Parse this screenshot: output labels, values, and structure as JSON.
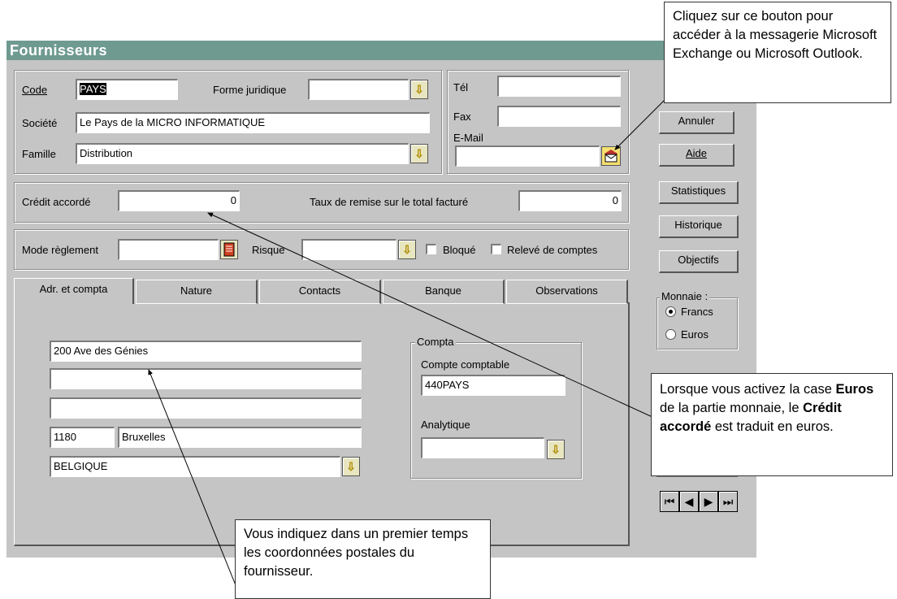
{
  "window": {
    "title": "Fournisseurs"
  },
  "ident": {
    "code_label": "Code",
    "code_value": "PAYS",
    "forme_label": "Forme juridique",
    "forme_value": "",
    "societe_label": "Société",
    "societe_value": "Le Pays de la MICRO INFORMATIQUE",
    "famille_label": "Famille",
    "famille_value": "Distribution"
  },
  "contact": {
    "tel_label": "Tél",
    "tel_value": "",
    "fax_label": "Fax",
    "fax_value": "",
    "email_label": "E-Mail",
    "email_value": ""
  },
  "credit": {
    "credit_label": "Crédit accordé",
    "credit_value": "0",
    "taux_label": "Taux de remise sur le total facturé",
    "taux_value": "0"
  },
  "reglement": {
    "mode_label": "Mode règlement",
    "mode_value": "",
    "risque_label": "Risque",
    "risque_value": "",
    "bloque_label": "Bloqué",
    "releve_label": "Relevé de comptes"
  },
  "tabs": [
    {
      "label": "Adr. et compta"
    },
    {
      "label": "Nature"
    },
    {
      "label": "Contacts"
    },
    {
      "label": "Banque"
    },
    {
      "label": "Observations"
    }
  ],
  "address": {
    "line1": "200 Ave des Génies",
    "line2": "",
    "line3": "",
    "cp": "1180",
    "ville": "Bruxelles",
    "pays": "BELGIQUE"
  },
  "compta": {
    "group_label": "Compta",
    "compte_label": "Compte comptable",
    "compte_value": "440PAYS",
    "analytique_label": "Analytique",
    "analytique_value": ""
  },
  "side_buttons": {
    "annuler": "Annuler",
    "aide": "Aide",
    "statistiques": "Statistiques",
    "historique": "Historique",
    "objectifs": "Objectifs"
  },
  "monnaie": {
    "label": "Monnaie :",
    "francs": "Francs",
    "euros": "Euros",
    "selected": "Francs"
  },
  "callouts": {
    "top_right": "Cliquez sur ce bouton pour accéder à la messagerie Microsoft Exchange ou Microsoft Outlook.",
    "mid_right_1": "Lorsque vous activez la case ",
    "mid_right_b1": "Euros",
    "mid_right_2": " de la partie monnaie, le ",
    "mid_right_b2": "Crédit accordé",
    "mid_right_3": " est traduit en euros.",
    "bottom": "Vous indiquez dans un premier temps les coordonnées postales du fournisseur."
  }
}
